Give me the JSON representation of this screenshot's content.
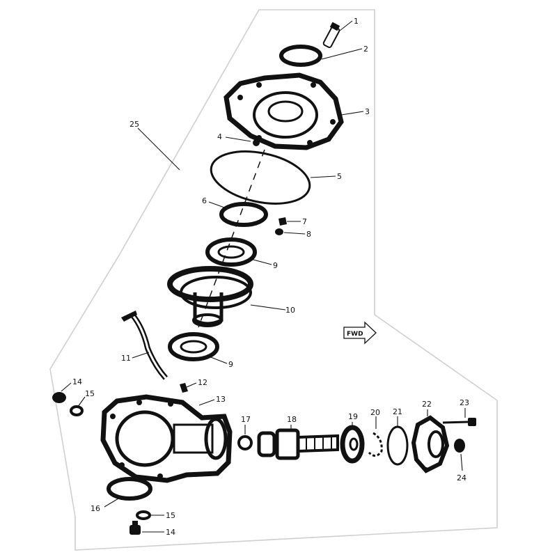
{
  "callouts": {
    "c1": "1",
    "c2": "2",
    "c3": "3",
    "c4": "4",
    "c5": "5",
    "c6": "6",
    "c7": "7",
    "c8": "8",
    "c9a": "9",
    "c9b": "9",
    "c10": "10",
    "c11": "11",
    "c12": "12",
    "c13": "13",
    "c14a": "14",
    "c14b": "14",
    "c15a": "15",
    "c15b": "15",
    "c16": "16",
    "c17": "17",
    "c18": "18",
    "c19": "19",
    "c20": "20",
    "c21": "21",
    "c22": "22",
    "c23": "23",
    "c24": "24",
    "c25": "25"
  },
  "arrow_label": "FWD"
}
